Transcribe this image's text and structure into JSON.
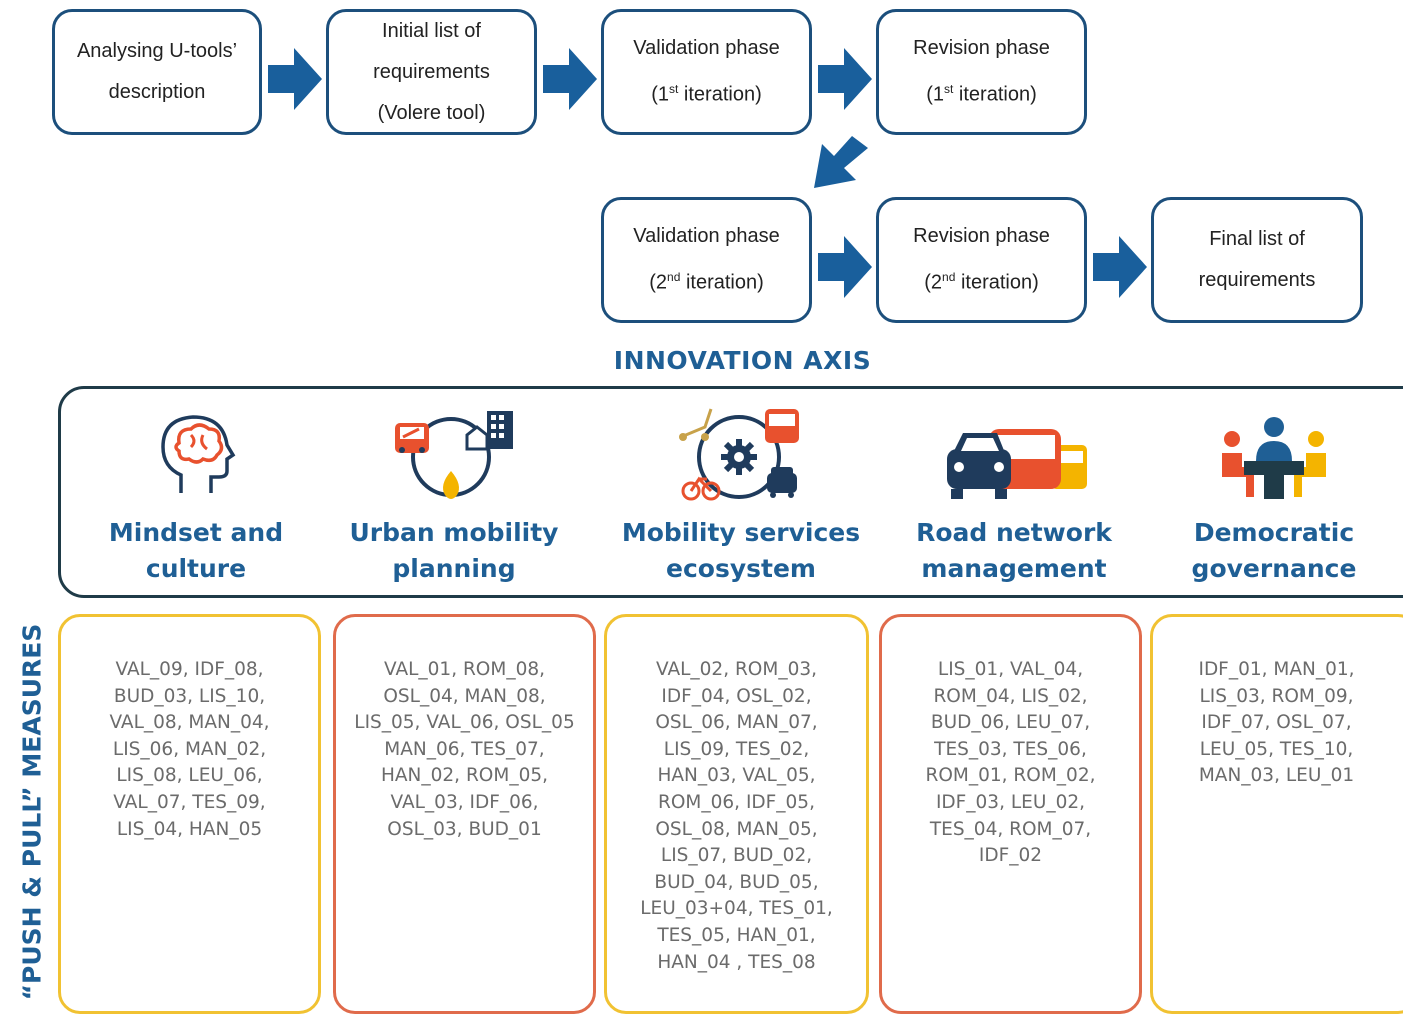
{
  "flow": {
    "steps": [
      {
        "lines": [
          "Analysing U-tools’",
          "description"
        ]
      },
      {
        "lines": [
          "Initial list of",
          "requirements",
          "(Volere tool)"
        ]
      },
      {
        "lines": [
          "Validation phase",
          "(1st iteration)"
        ]
      },
      {
        "lines": [
          "Revision phase",
          "(1st iteration)"
        ]
      },
      {
        "lines": [
          "Validation phase",
          "(2nd iteration)"
        ]
      },
      {
        "lines": [
          "Revision phase",
          "(2nd iteration)"
        ]
      },
      {
        "lines": [
          "Final list of",
          "requirements"
        ]
      }
    ]
  },
  "innovation_axis": {
    "title": "INNOVATION AXIS",
    "categories": [
      {
        "icon": "brain-head-icon",
        "title": [
          "Mindset and",
          "culture"
        ]
      },
      {
        "icon": "urban-planning-icon",
        "title": [
          "Urban mobility",
          "planning"
        ]
      },
      {
        "icon": "mobility-services-icon",
        "title": [
          "Mobility services",
          "ecosystem"
        ]
      },
      {
        "icon": "vehicles-icon",
        "title": [
          "Road network",
          "management"
        ]
      },
      {
        "icon": "meeting-table-icon",
        "title": [
          "Democratic",
          "governance"
        ]
      }
    ]
  },
  "measures": {
    "side_label": "“PUSH & PULL” MEASURES",
    "columns": [
      {
        "lines": [
          "VAL_09, IDF_08,",
          "BUD_03, LIS_10,",
          "VAL_08, MAN_04,",
          "LIS_06, MAN_02,",
          "LIS_08, LEU_06,",
          "VAL_07, TES_09,",
          "LIS_04, HAN_05"
        ]
      },
      {
        "lines": [
          "VAL_01, ROM_08,",
          "OSL_04, MAN_08,",
          "LIS_05, VAL_06, OSL_05",
          "MAN_06, TES_07,",
          "HAN_02, ROM_05,",
          "VAL_03, IDF_06,",
          "OSL_03,  BUD_01"
        ]
      },
      {
        "lines": [
          "VAL_02, ROM_03,",
          "IDF_04, OSL_02,",
          "OSL_06, MAN_07,",
          "LIS_09, TES_02,",
          "HAN_03, VAL_05,",
          "ROM_06, IDF_05,",
          "OSL_08, MAN_05,",
          "LIS_07, BUD_02,",
          "BUD_04, BUD_05,",
          "LEU_03+04, TES_01,",
          "TES_05, HAN_01,",
          "HAN_04 , TES_08"
        ]
      },
      {
        "lines": [
          "LIS_01, VAL_04,",
          "ROM_04, LIS_02,",
          "BUD_06, LEU_07,",
          "TES_03, TES_06,",
          "ROM_01, ROM_02,",
          "IDF_03, LEU_02,",
          "TES_04, ROM_07,",
          "IDF_02"
        ]
      },
      {
        "lines": [
          "IDF_01, MAN_01,",
          "LIS_03, ROM_09,",
          "IDF_07, OSL_07,",
          "LEU_05, TES_10,",
          "MAN_03, LEU_01"
        ]
      }
    ]
  },
  "colors": {
    "box_border": "#1c4f7c",
    "arrow": "#195f9c",
    "heading": "#1f5f95",
    "yellow_border": "#f1c232",
    "red_border": "#e06b4b",
    "icon_orange": "#e8512e",
    "icon_yellow": "#f4b400",
    "icon_navy": "#1f3b5c"
  }
}
